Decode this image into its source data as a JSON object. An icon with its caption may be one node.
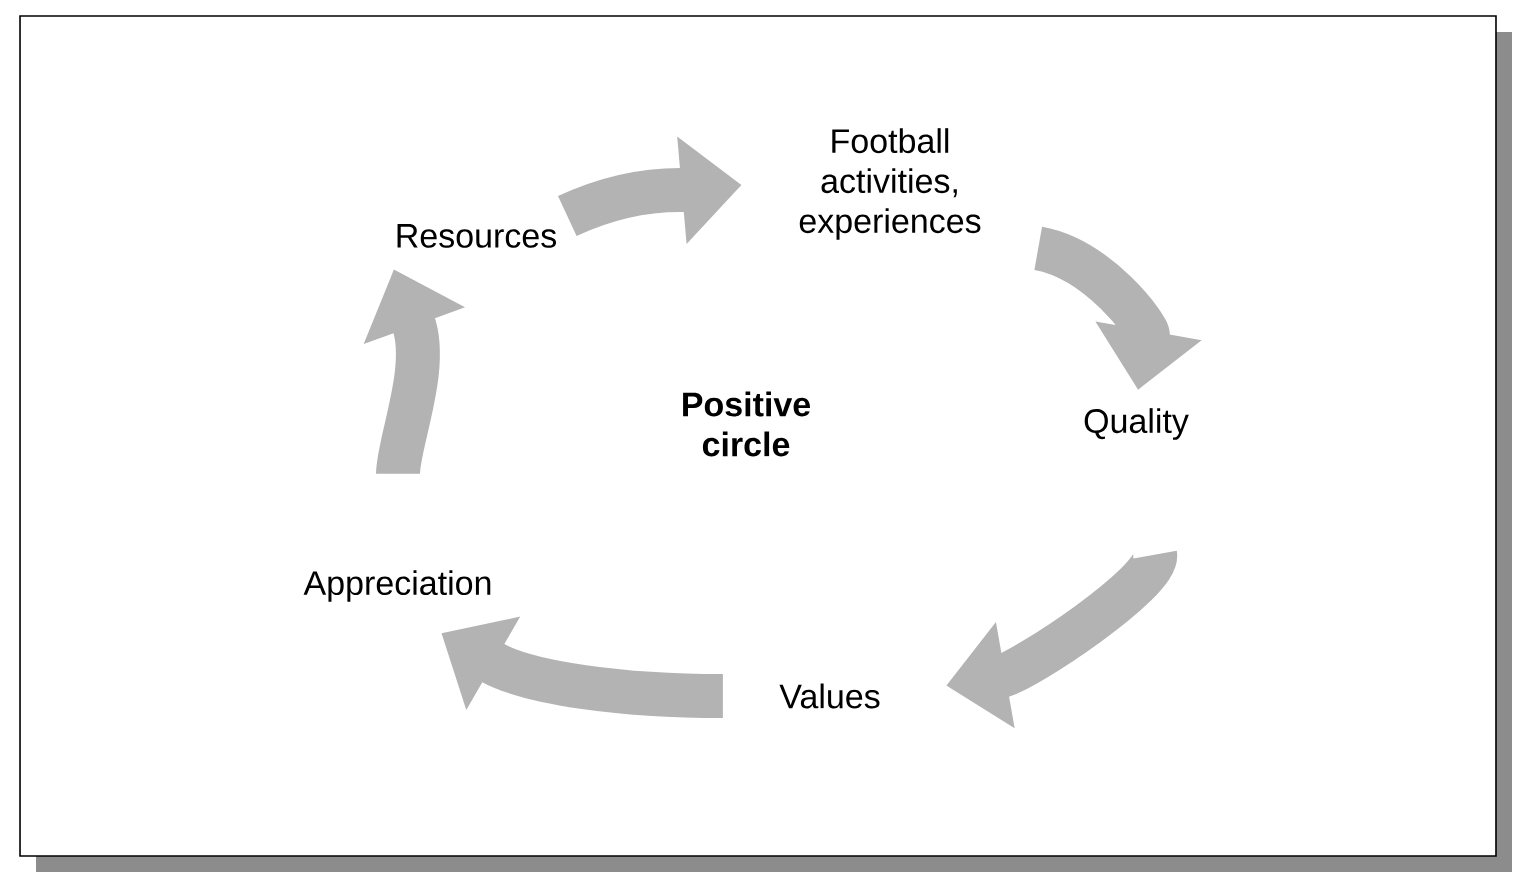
{
  "diagram": {
    "nodes": [
      {
        "text": [
          "Resources"
        ]
      },
      {
        "text": [
          "Football activities, experiences"
        ]
      },
      {
        "text": [
          "Quality"
        ]
      },
      {
        "text": [
          "Values"
        ]
      },
      {
        "text": [
          "Appreciation"
        ]
      },
      {
        "text": [
          "Positive circle"
        ]
      }
    ],
    "edges": [
      {
        "from": 0,
        "to": 1,
        "arrow": "to"
      },
      {
        "from": 1,
        "to": 2,
        "arrow": "to"
      },
      {
        "from": 2,
        "to": 3,
        "arrow": "to"
      },
      {
        "from": 3,
        "to": 4,
        "arrow": "to"
      },
      {
        "from": 4,
        "to": 0,
        "arrow": "to"
      }
    ]
  }
}
